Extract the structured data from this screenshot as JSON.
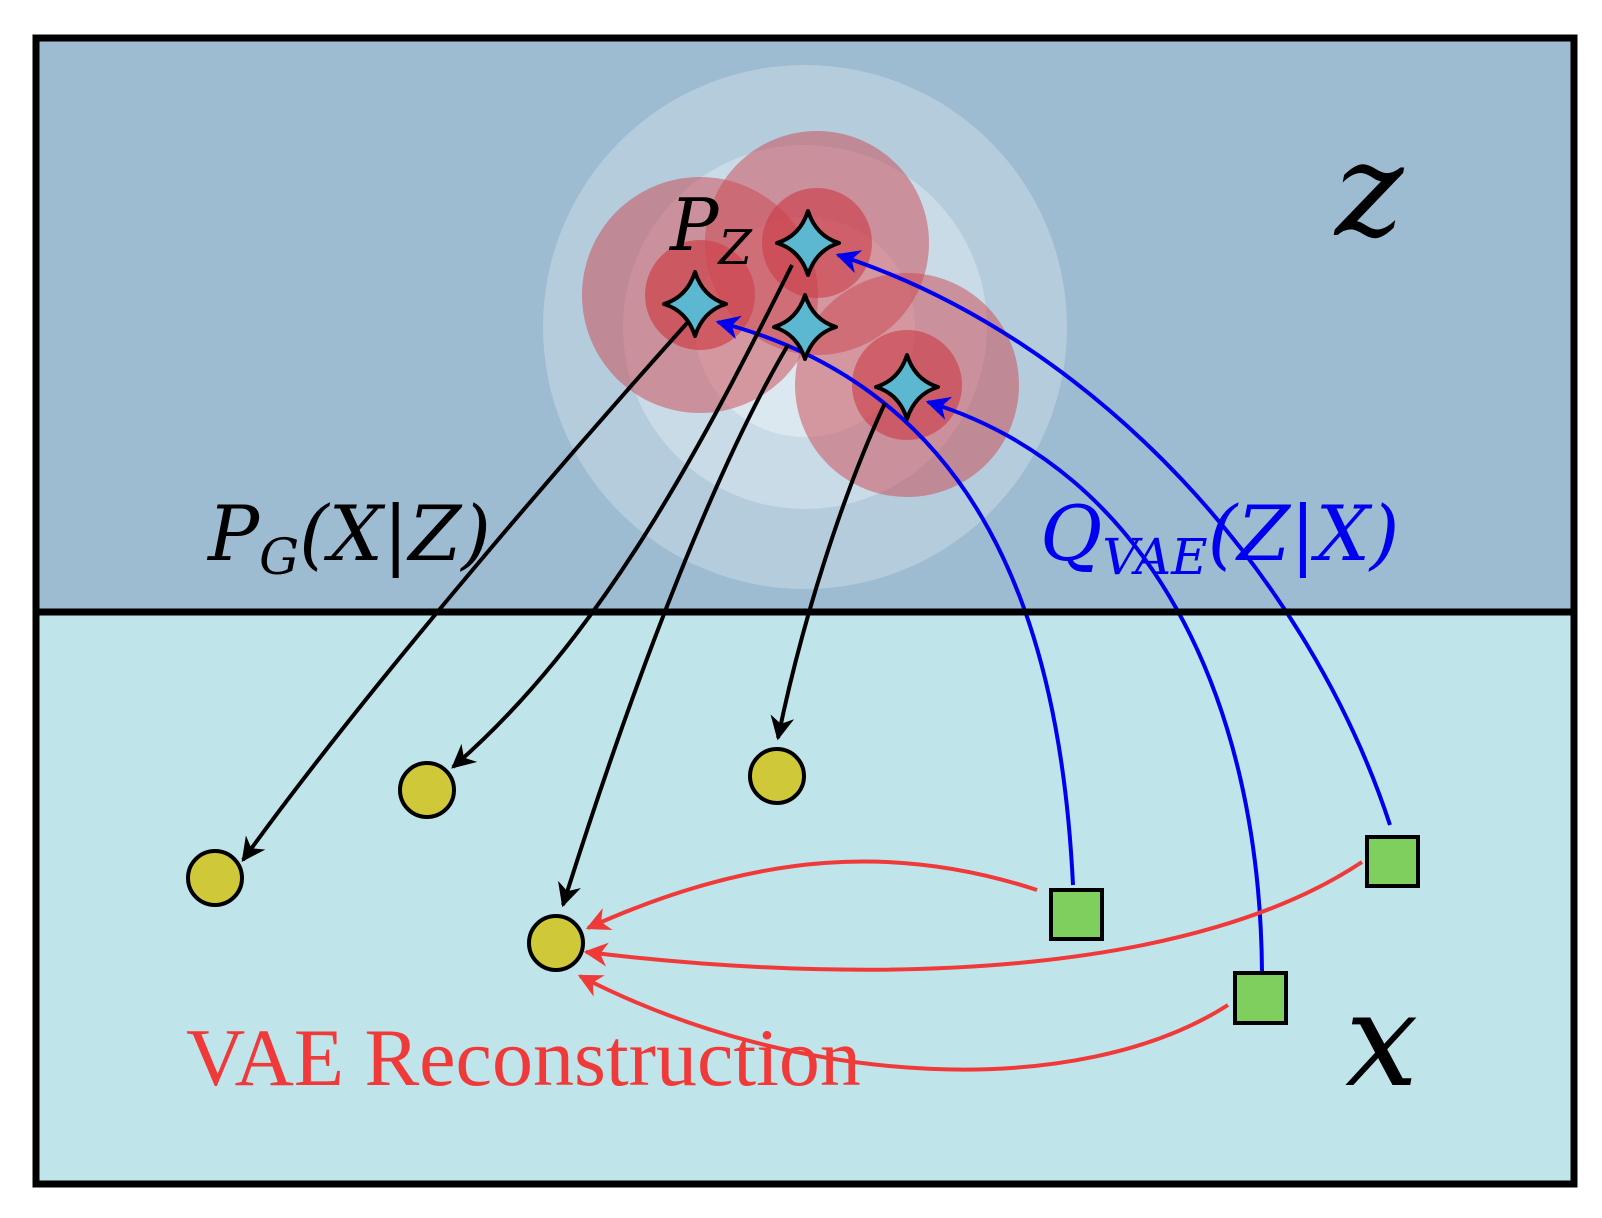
{
  "labels": {
    "latent_space": "z",
    "data_space": "x",
    "prior": "P",
    "prior_sub": "Z",
    "generator_main": "P",
    "generator_sub": "G",
    "generator_args": "(X|Z)",
    "encoder_main": "Q",
    "encoder_sub": "VAE",
    "encoder_args": "(Z|X)",
    "reconstruction": "VAE Reconstruction"
  },
  "colors": {
    "latent_bg": "#9dbbd1",
    "data_bg": "#bfe4ea",
    "prior_halo": "#c9dbe7",
    "posterior": "#cc4650",
    "latent_point": "#5cb8d0",
    "generated_point": "#cfc838",
    "data_point": "#7ecf5d",
    "generator_arrow": "#000000",
    "encoder_arrow": "#0000ee",
    "reconstruction_arrow": "#f03a3a"
  },
  "marker_shapes": {
    "latent_code": "four-point-star",
    "generated_sample": "circle",
    "data_sample": "square"
  }
}
